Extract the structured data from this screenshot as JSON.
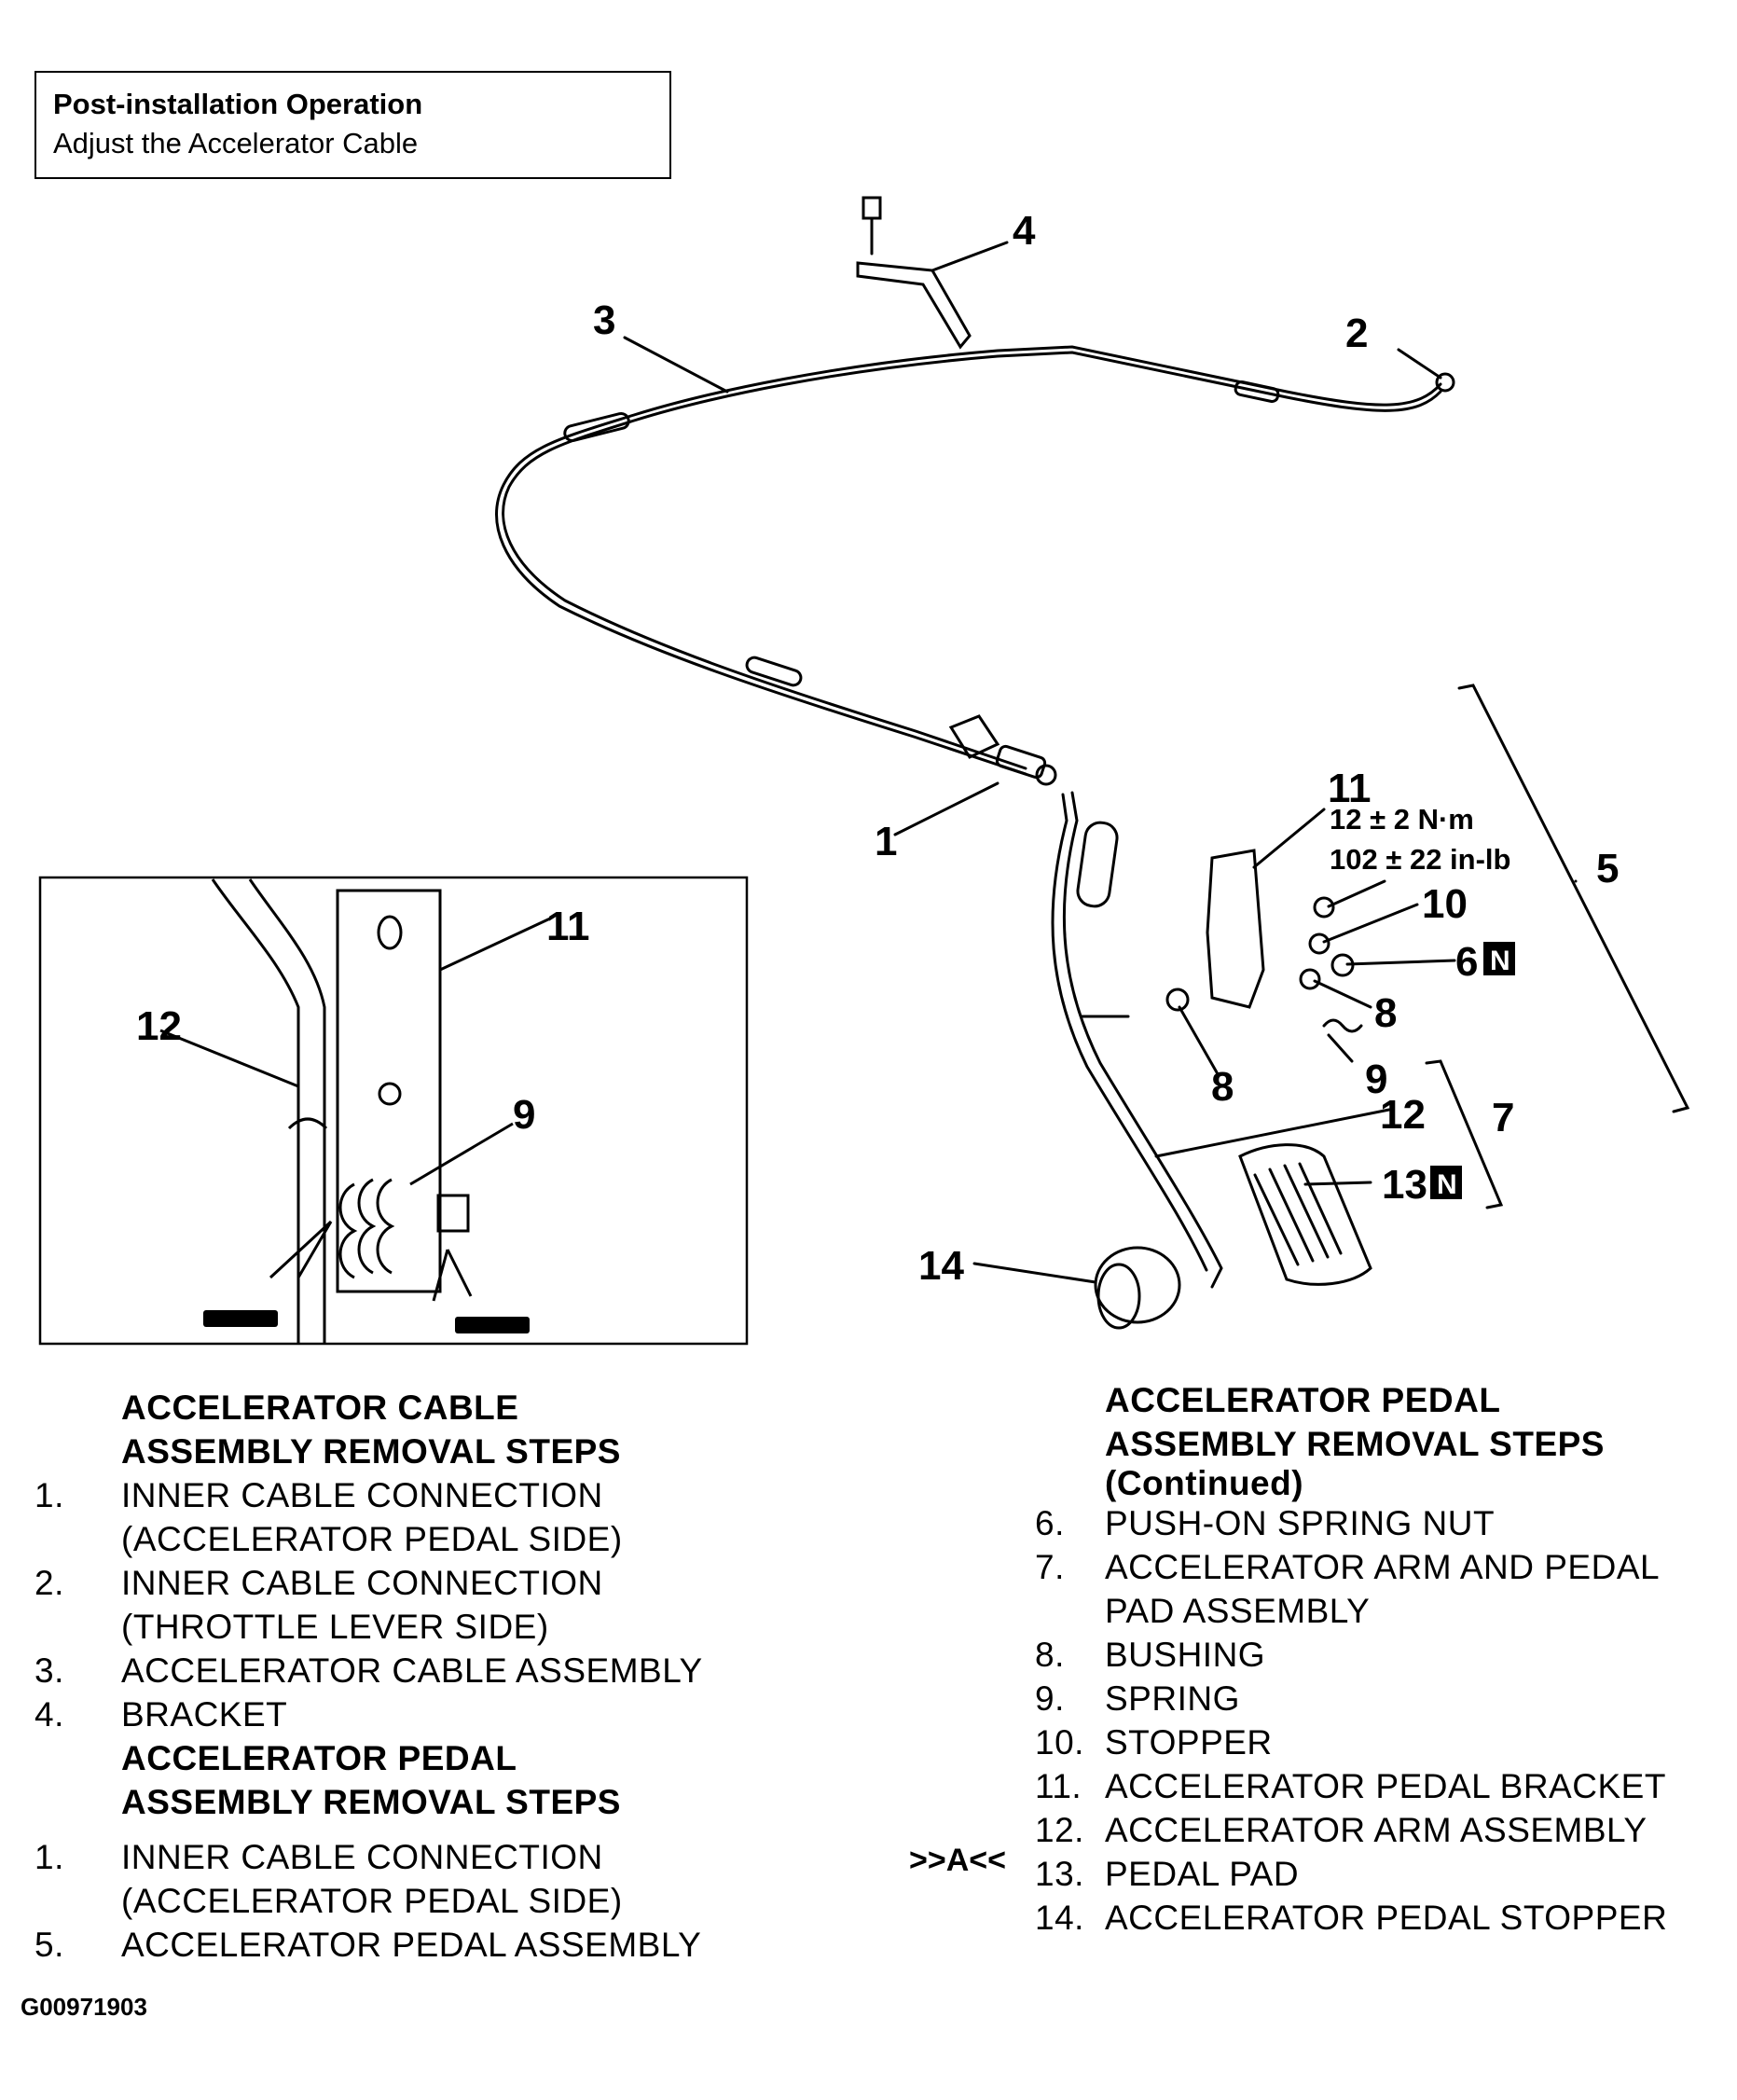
{
  "note": {
    "title": "Post-installation Operation",
    "text": "Adjust the Accelerator Cable"
  },
  "callouts": {
    "c1": "1",
    "c2": "2",
    "c3": "3",
    "c4": "4",
    "c5": "5",
    "c6": "6",
    "c7": "7",
    "c8a": "8",
    "c8b": "8",
    "c9": "9",
    "c10": "10",
    "c11": "11",
    "c12": "12",
    "c13": "13",
    "c14": "14",
    "n_badge": "N",
    "torque_nm": "12 ± 2 N·m",
    "torque_inlb": "102 ± 22 in-lb"
  },
  "inset": {
    "c11": "11",
    "c12": "12",
    "c9": "9"
  },
  "left_steps": {
    "heading1_line1": "ACCELERATOR CABLE",
    "heading1_line2": "ASSEMBLY REMOVAL STEPS",
    "s1_num": "1.",
    "s1_l1": "INNER CABLE CONNECTION",
    "s1_l2": "(ACCELERATOR PEDAL SIDE)",
    "s2_num": "2.",
    "s2_l1": "INNER CABLE CONNECTION",
    "s2_l2": "(THROTTLE LEVER SIDE)",
    "s3_num": "3.",
    "s3": "ACCELERATOR CABLE ASSEMBLY",
    "s4_num": "4.",
    "s4": "BRACKET",
    "heading2_line1": "ACCELERATOR PEDAL",
    "heading2_line2": "ASSEMBLY REMOVAL STEPS",
    "s5_num": "1.",
    "s5_l1": "INNER CABLE CONNECTION",
    "s5_l2": "(ACCELERATOR PEDAL SIDE)",
    "s6_num": "5.",
    "s6": "ACCELERATOR PEDAL ASSEMBLY"
  },
  "right_steps": {
    "heading_line1": "ACCELERATOR PEDAL",
    "heading_line2": "ASSEMBLY REMOVAL STEPS",
    "heading_line3": "(Continued)",
    "items": [
      {
        "num": "6.",
        "l1": "PUSH-ON SPRING NUT"
      },
      {
        "num": "7.",
        "l1": "ACCELERATOR ARM AND PEDAL",
        "l2": "PAD ASSEMBLY"
      },
      {
        "num": "8.",
        "l1": "BUSHING"
      },
      {
        "num": "9.",
        "l1": "SPRING"
      },
      {
        "num": "10.",
        "l1": "STOPPER"
      },
      {
        "num": "11.",
        "l1": "ACCELERATOR PEDAL BRACKET"
      },
      {
        "num": "12.",
        "l1": "ACCELERATOR ARM ASSEMBLY"
      },
      {
        "num": "13.",
        "l1": "PEDAL PAD"
      },
      {
        "num": "14.",
        "l1": "ACCELERATOR PEDAL STOPPER"
      }
    ]
  },
  "marker": ">>A<<",
  "figure_id": "G00971903"
}
